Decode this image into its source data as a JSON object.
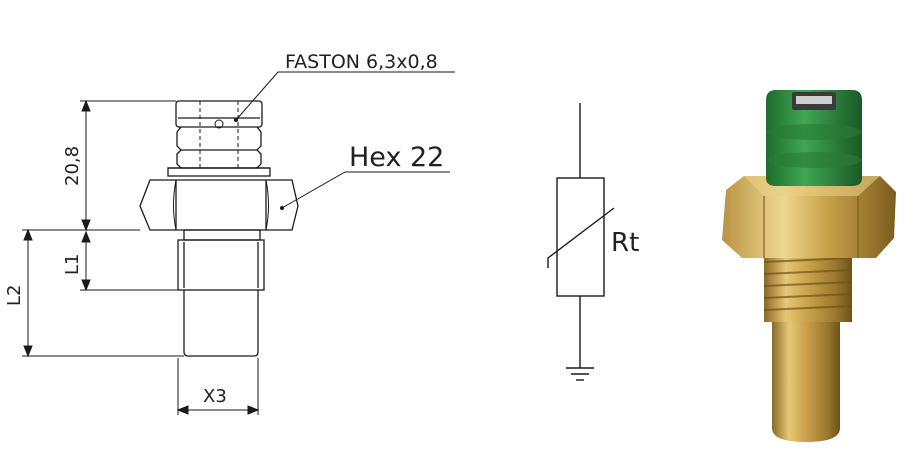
{
  "drawing": {
    "faston_label": "FASTON 6,3x0,8",
    "hex_label": "Hex 22",
    "dim_height": "20,8",
    "dim_l1": "L1",
    "dim_l2": "L2",
    "dim_x3": "X3"
  },
  "schematic": {
    "resistor_label": "Rt"
  },
  "colors": {
    "line": "#1a1a1a",
    "connector_green": "#2e8b3e",
    "brass": "#c9a24a"
  }
}
